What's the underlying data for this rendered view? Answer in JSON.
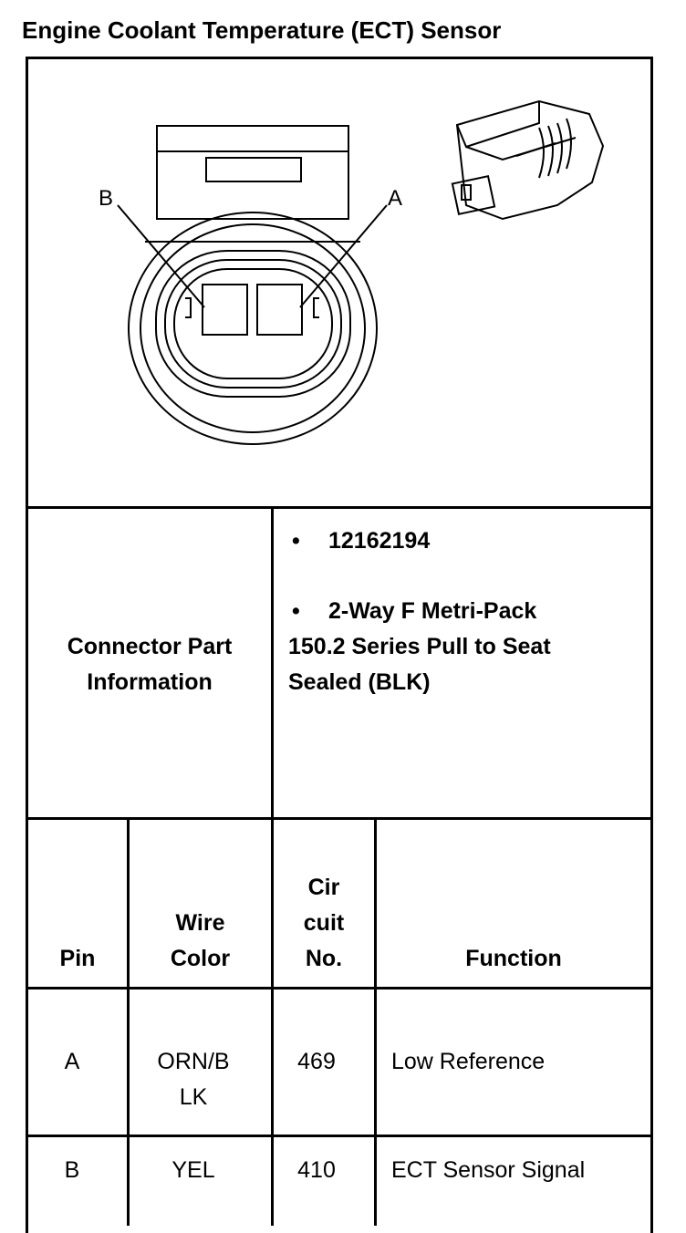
{
  "title": "Engine Coolant Temperature (ECT) Sensor",
  "figure": {
    "pin_label_b": "B",
    "pin_label_a": "A",
    "main_icon": "connector-face-icon",
    "thumb_icon": "connector-perspective-icon"
  },
  "part_info": {
    "label_line1": "Connector Part",
    "label_line2": "Information",
    "bullet": "•",
    "part_number": "12162194",
    "desc_line1": "2-Way F Metri-Pack",
    "desc_line2": "150.2 Series Pull to Seat",
    "desc_line3": "Sealed (BLK)"
  },
  "table": {
    "headers": {
      "pin": "Pin",
      "wire_line1": "Wire",
      "wire_line2": "Color",
      "cir_line1": "Cir",
      "cir_line2": "cuit",
      "cir_line3": "No.",
      "function": "Function"
    },
    "rows": [
      {
        "pin": "A",
        "wire_line1": "ORN/B",
        "wire_line2": "LK",
        "circuit": "469",
        "function": "Low Reference"
      },
      {
        "pin": "B",
        "wire_line1": "YEL",
        "wire_line2": "",
        "circuit": "410",
        "function": "ECT Sensor Signal"
      }
    ]
  }
}
